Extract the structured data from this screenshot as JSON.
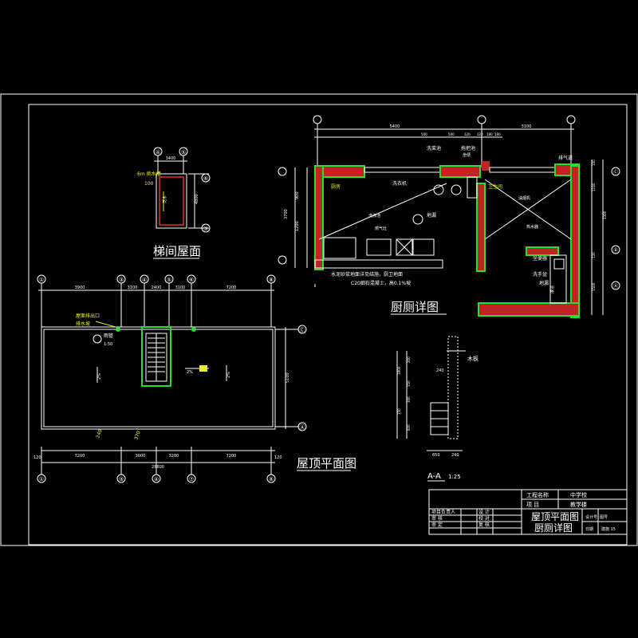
{
  "drawing": {
    "stair_roof": {
      "title": "梯间屋面",
      "note": "6m 挑水槽",
      "dim_top": "3400",
      "dim_side": "4800",
      "dim_small": "100",
      "axes": [
        "④",
        "⑤",
        "⑥",
        "③"
      ],
      "label": "泛水"
    },
    "roof_plan": {
      "title": "屋顶平面图",
      "top_dims": [
        "3900",
        "3100",
        "2400",
        "3100",
        "7200"
      ],
      "bottom_dims": [
        "7200",
        "3000",
        "3200",
        "7200"
      ],
      "total": "28800",
      "left_total": "120",
      "right_total": "120",
      "axes_top": [
        "①",
        "③",
        "④",
        "⑤",
        "⑥",
        "⑧"
      ],
      "axes_bottom": [
        "①",
        "③",
        "④",
        "⑦",
        "⑧"
      ],
      "axes_right": [
        "Ⓒ",
        "Ⓐ"
      ],
      "side_dim": "5100",
      "label_drain": "屋面排出口",
      "label_drain2": "排水坡",
      "label_slope": "2%",
      "label_pipe": "雨管",
      "label_scale": "1:50",
      "mark_240": "240",
      "mark_370": "370",
      "mark_2": "2%"
    },
    "kitchen": {
      "title": "厨厕详图",
      "top_dims": [
        "5400",
        "3100"
      ],
      "sub_dims": [
        "500",
        "500",
        "120",
        "120",
        "180",
        "180"
      ],
      "right_dims": [
        "100",
        "1230",
        "3300",
        "130",
        "1500"
      ],
      "left_dims": [
        "900",
        "1200",
        "3700",
        "100"
      ],
      "labels": [
        "洗菜池",
        "拖把池",
        "洗衣机",
        "地漏",
        "坐便器",
        "洗手盆",
        "地漏",
        "淋浴",
        "排气道",
        "厨房",
        "卫生间"
      ],
      "note1": "水泥砂浆地面详见结施，厨卫地面",
      "note2": "C20细石混凝土，高0.1%坡",
      "axes": [
        "⑥",
        "⑦",
        "⑧",
        "Ⓒ",
        "Ⓑ",
        "Ⓐ"
      ],
      "label_hood": "油烟机",
      "label_sink": "洗涤池",
      "label_gas": "燃气灶",
      "label_wc": "坐便",
      "label_hw": "热水器"
    },
    "section": {
      "title": "A-A",
      "scale": "1:25",
      "label": "木板",
      "dims": [
        "1800",
        "300",
        "150",
        "300",
        "150",
        "600"
      ],
      "bottom_dims": [
        "650",
        "240"
      ],
      "side_dim": "240"
    },
    "title_block": {
      "row1": [
        "工程名称",
        "中学校"
      ],
      "row2": [
        "项  目",
        "教学楼"
      ],
      "title_main": "屋顶平面图",
      "title_sub": "厨厕详图",
      "cols_left": [
        "项目负责人",
        "审  核",
        "审  定"
      ],
      "cols_mid": [
        "设  计",
        "校  对",
        "复  核"
      ],
      "design_no": "设计号",
      "drawing_no": "图号",
      "date": "日期",
      "sheet": "建施 15"
    }
  }
}
